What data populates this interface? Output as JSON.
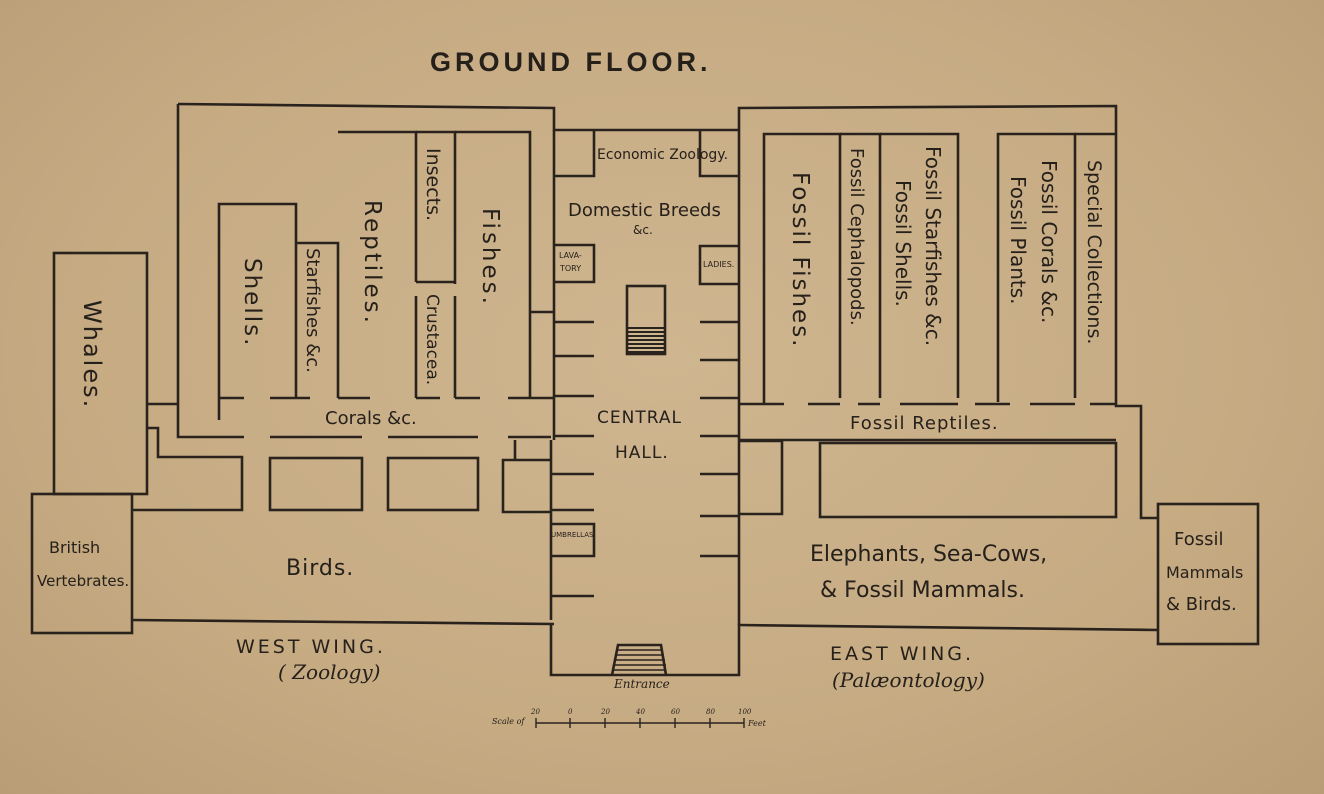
{
  "title": "GROUND FLOOR.",
  "rooms": {
    "whales": "Whales.",
    "shells": "Shells.",
    "starfishes": "Starfishes &c.",
    "reptiles": "Reptiles.",
    "insects": "Insects.",
    "crustacea": "Crustacea.",
    "fishes": "Fishes.",
    "corals": "Corals &c.",
    "economic_zoology": "Economic Zoology.",
    "domestic_breeds": "Domestic Breeds",
    "domestic_breeds_etc": "&c.",
    "lavatory_1": "LAVA-",
    "lavatory_2": "TORY",
    "ladies": "LADIES.",
    "central_hall_1": "CENTRAL",
    "central_hall_2": "HALL.",
    "umbrellas": "UMBRELLAS",
    "entrance": "Entrance",
    "birds": "Birds.",
    "british_vertebrates_1": "British",
    "british_vertebrates_2": "Vertebrates.",
    "fossil_fishes": "Fossil Fishes.",
    "fossil_cephalopods": "Fossil Cephalopods.",
    "fossil_starfishes": "Fossil Starfishes &c.",
    "fossil_shells": "Fossil Shells.",
    "fossil_corals": "Fossil Corals &c.",
    "fossil_plants": "Fossil Plants.",
    "special_collections": "Special Collections.",
    "fossil_reptiles": "Fossil Reptiles.",
    "elephants_1": "Elephants, Sea-Cows,",
    "elephants_2": "& Fossil Mammals.",
    "fossil_mammals_birds_1": "Fossil",
    "fossil_mammals_birds_2": "Mammals",
    "fossil_mammals_birds_3": "& Birds."
  },
  "wings": {
    "west": "WEST WING.",
    "west_sub": "( Zoology)",
    "east": "EAST WING.",
    "east_sub": "(Palæontology)"
  },
  "scale": {
    "label": "Scale of",
    "unit": "Feet",
    "ticks": [
      "20",
      "0",
      "20",
      "40",
      "60",
      "80",
      "100"
    ]
  }
}
